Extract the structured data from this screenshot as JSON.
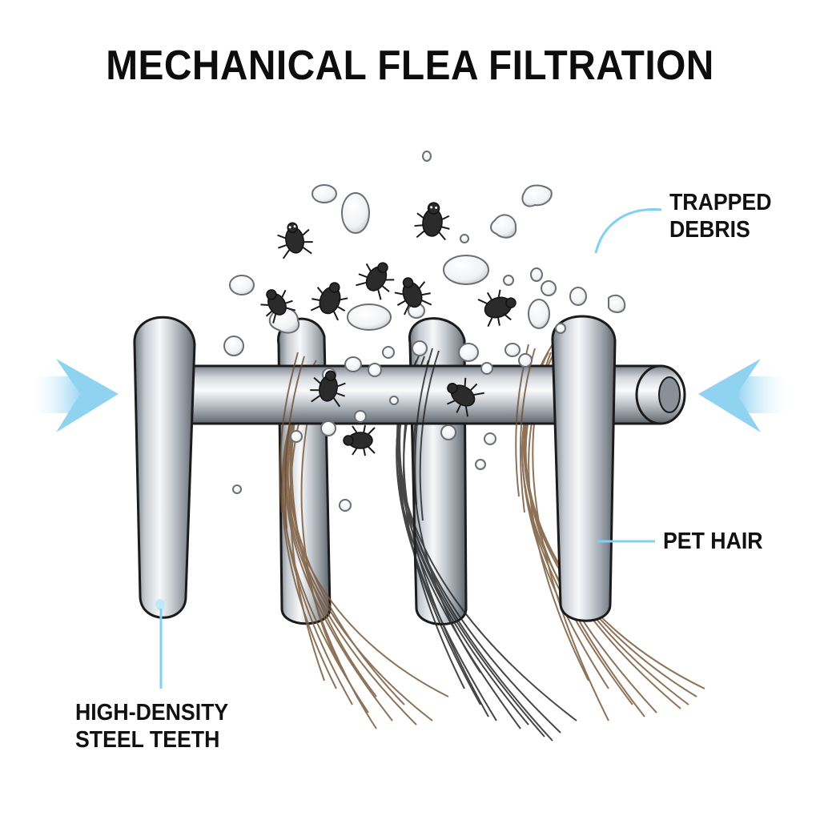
{
  "title": "MECHANICAL FLEA FILTRATION",
  "labels": {
    "trapped_debris": [
      "TRAPPED",
      "DEBRIS"
    ],
    "pet_hair": "PET HAIR",
    "steel_teeth": [
      "HIGH-DENSITY",
      "STEEL TEETH"
    ]
  },
  "colors": {
    "steel_light": "#f2f4f6",
    "steel_mid": "#b9bfc6",
    "steel_dark": "#6f767e",
    "hair_brown": "#7a5a3c",
    "hair_black": "#2a2a2a",
    "flea": "#2b2b2b",
    "leader_line": "#7fd0f2",
    "arrow": "#8fd3f0"
  },
  "icons": [
    "compression-arrow-left",
    "compression-arrow-right",
    "flea-icon",
    "debris-particle"
  ]
}
